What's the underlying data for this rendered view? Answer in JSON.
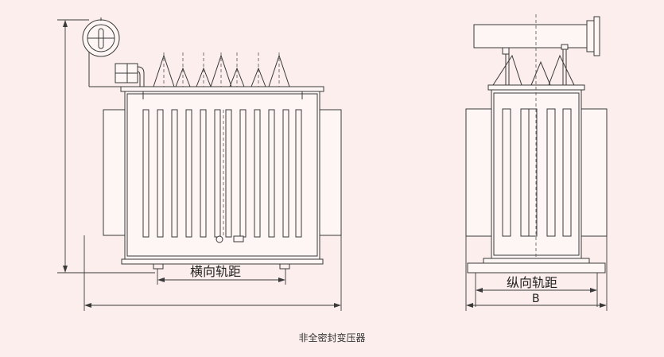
{
  "labels": {
    "transverse_gauge": "横向轨距",
    "longitudinal_gauge": "纵向轨距",
    "width": "B"
  },
  "caption": "非全密封变压器",
  "colors": {
    "background": "#fbeeec",
    "line": "#3a3a3a",
    "fill": "#fdf6f4"
  }
}
